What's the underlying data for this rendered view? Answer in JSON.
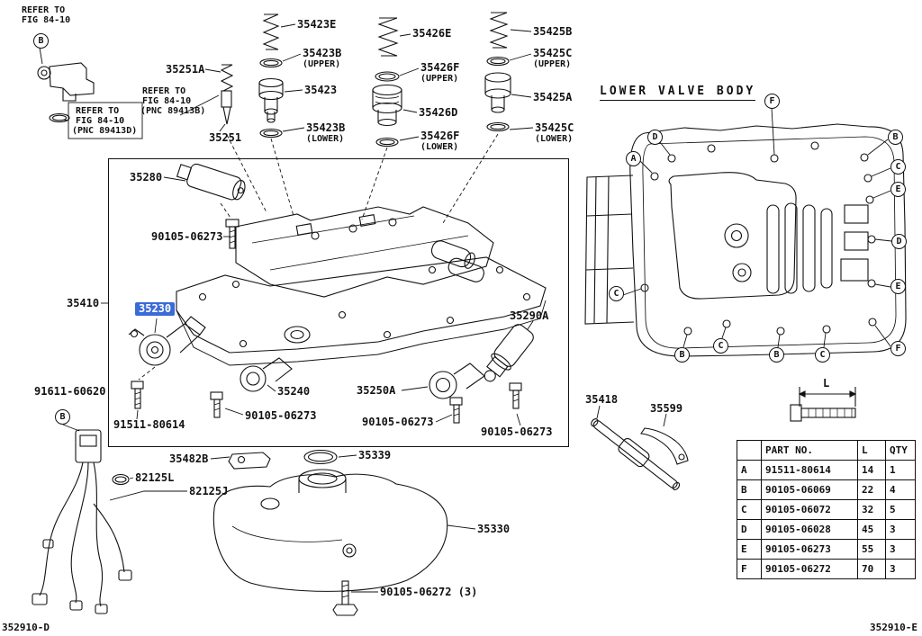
{
  "doc": {
    "footer_left": "352910-D",
    "footer_right": "352910-E",
    "section_title": "LOWER VALVE BODY"
  },
  "colors": {
    "highlight": "#3a6bd8",
    "ink": "#111111"
  },
  "notes": {
    "refer_to": "REFER TO",
    "fig": "FIG 84-10",
    "pnc_b": "(PNC 89413B)",
    "pnc_d": "(PNC 89413D)",
    "circle_b": "B"
  },
  "labels": {
    "p35251a": "35251A",
    "p35251": "35251",
    "p35423e": "35423E",
    "p35423b": "35423B",
    "p35423": "35423",
    "p35426e": "35426E",
    "p35426f": "35426F",
    "p35426d": "35426D",
    "p35425b": "35425B",
    "p35425c": "35425C",
    "p35425a": "35425A",
    "upper": "(UPPER)",
    "lower": "(LOWER)",
    "p35280": "35280",
    "p35410": "35410",
    "p35230": "35230",
    "p35290a": "35290A",
    "p91611": "91611-60620",
    "p91511": "91511-80614",
    "p35240": "35240",
    "p35250a": "35250A",
    "p90105_06273": "90105-06273",
    "p35418": "35418",
    "p35599": "35599",
    "p35482b": "35482B",
    "p35339": "35339",
    "p82125l": "82125L",
    "p82125j": "82125J",
    "p35330": "35330",
    "p90105_06272_3": "90105-06272 (3)"
  },
  "callouts": [
    "F",
    "B",
    "C",
    "E",
    "D",
    "E",
    "D",
    "A",
    "C",
    "B",
    "C",
    "B",
    "C",
    "F"
  ],
  "bolt_diagram": {
    "dim": "L"
  },
  "table": {
    "headers": [
      "",
      "PART NO.",
      "L",
      "QTY"
    ],
    "rows": [
      [
        "A",
        "91511-80614",
        "14",
        "1"
      ],
      [
        "B",
        "90105-06069",
        "22",
        "4"
      ],
      [
        "C",
        "90105-06072",
        "32",
        "5"
      ],
      [
        "D",
        "90105-06028",
        "45",
        "3"
      ],
      [
        "E",
        "90105-06273",
        "55",
        "3"
      ],
      [
        "F",
        "90105-06272",
        "70",
        "3"
      ]
    ]
  }
}
